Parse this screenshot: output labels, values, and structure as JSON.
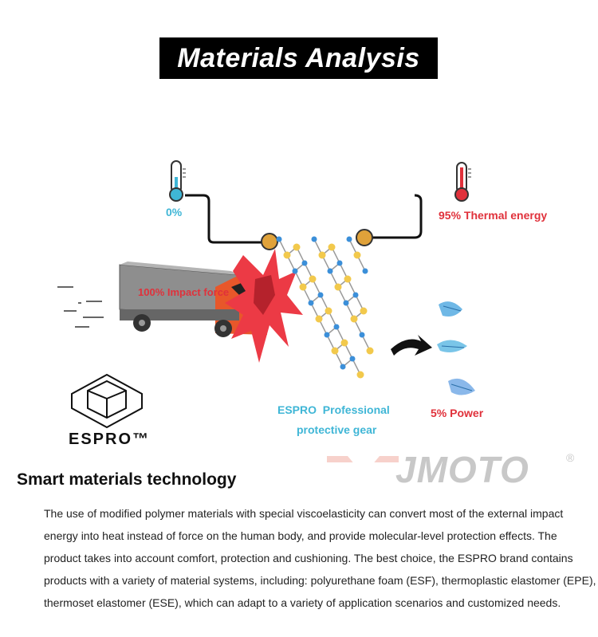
{
  "title": "Materials Analysis",
  "diagram": {
    "cold_value": "0%",
    "hot_value": "95% Thermal energy",
    "impact_label": "100% Impact force",
    "espro_line1": "ESPRO  Professional",
    "espro_line2": "protective gear",
    "power_label": "5% Power",
    "colors": {
      "blue": "#3fb6d6",
      "red": "#e0313b",
      "node": "#f2c94c",
      "atom": "#3b8fd9"
    }
  },
  "logo": {
    "name": "ESPRO™"
  },
  "watermark": {
    "text": "JMOTO",
    "reg": "®"
  },
  "section": {
    "title": "Smart materials technology",
    "lines": [
      "The use of modified polymer materials with special viscoelasticity can convert most of the external impact",
      "energy into heat instead of force on the human body, and provide molecular-level protection effects. The",
      "product takes into account comfort, protection and cushioning. The best choice, the ESPRO brand contains",
      "products with a variety of material systems, including: polyurethane foam (ESF), thermoplastic elastomer (EPE),",
      "thermoset elastomer (ESE), which can adapt to a variety of application scenarios and customized needs."
    ]
  }
}
